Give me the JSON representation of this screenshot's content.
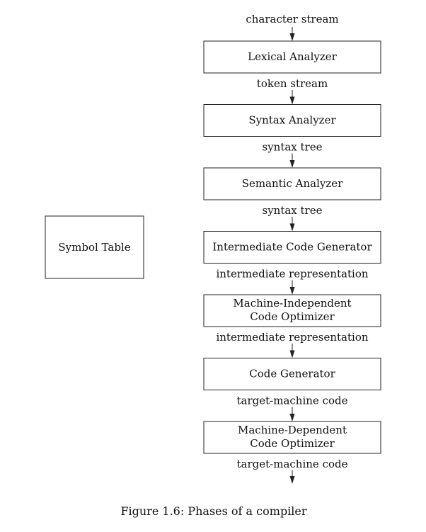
{
  "symbol_table": "Symbol Table",
  "input_label": "character stream",
  "phases": [
    {
      "lines": [
        "Lexical Analyzer"
      ],
      "output": "token stream"
    },
    {
      "lines": [
        "Syntax Analyzer"
      ],
      "output": "syntax tree"
    },
    {
      "lines": [
        "Semantic Analyzer"
      ],
      "output": "syntax tree"
    },
    {
      "lines": [
        "Intermediate Code Generator"
      ],
      "output": "intermediate representation"
    },
    {
      "lines": [
        "Machine-Independent",
        "Code Optimizer"
      ],
      "output": "intermediate representation"
    },
    {
      "lines": [
        "Code Generator"
      ],
      "output": "target-machine code"
    },
    {
      "lines": [
        "Machine-Dependent",
        "Code Optimizer"
      ],
      "output": "target-machine code"
    }
  ],
  "caption": "Figure 1.6: Phases of a compiler"
}
